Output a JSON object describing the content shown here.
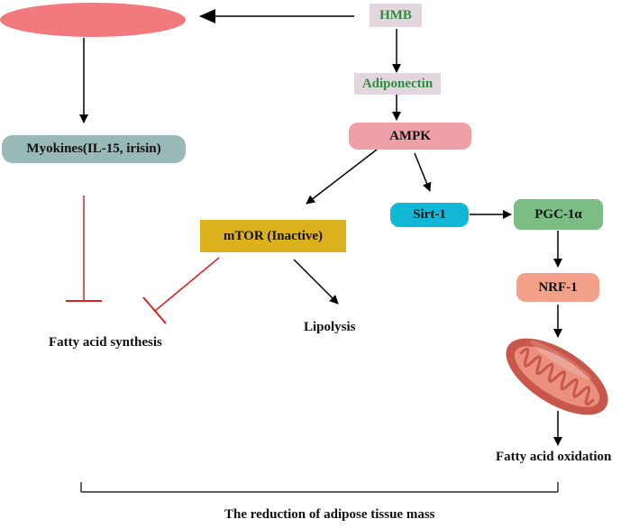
{
  "colors": {
    "hmb_fill": "#e3d6df",
    "hmb_text": "#2e8b3e",
    "adiponectin_fill": "#e3d6df",
    "adiponectin_text": "#2e8b3e",
    "ellipse_fill": "#f2797d",
    "ampk_fill": "#eea0a6",
    "myokines_fill": "#98b9b6",
    "mtor_fill": "#dcb11e",
    "sirt1_fill": "#13b7d6",
    "pgc1a_fill": "#7cbd85",
    "nrf1_fill": "#f4a189",
    "arrow": "#000000",
    "inhibit": "#e02020",
    "mito_outer": "#c9564a",
    "mito_inner": "#e9907f"
  },
  "nodes": {
    "hmb": "HMB",
    "adiponectin": "Adiponectin",
    "ampk": "AMPK",
    "myokines": "Myokines(IL-15, irisin)",
    "mtor": "mTOR (Inactive)",
    "sirt1": "Sirt-1",
    "pgc1a": "PGC-1α",
    "nrf1": "NRF-1"
  },
  "outcomes": {
    "fatty_acid_synthesis": "Fatty acid synthesis",
    "lipolysis": "Lipolysis",
    "fatty_acid_oxidation": "Fatty acid oxidation",
    "overall": "The reduction of adipose tissue mass"
  },
  "icons": {
    "mitochondrion": "mitochondrion-icon",
    "muscle": "ellipse-shape"
  }
}
